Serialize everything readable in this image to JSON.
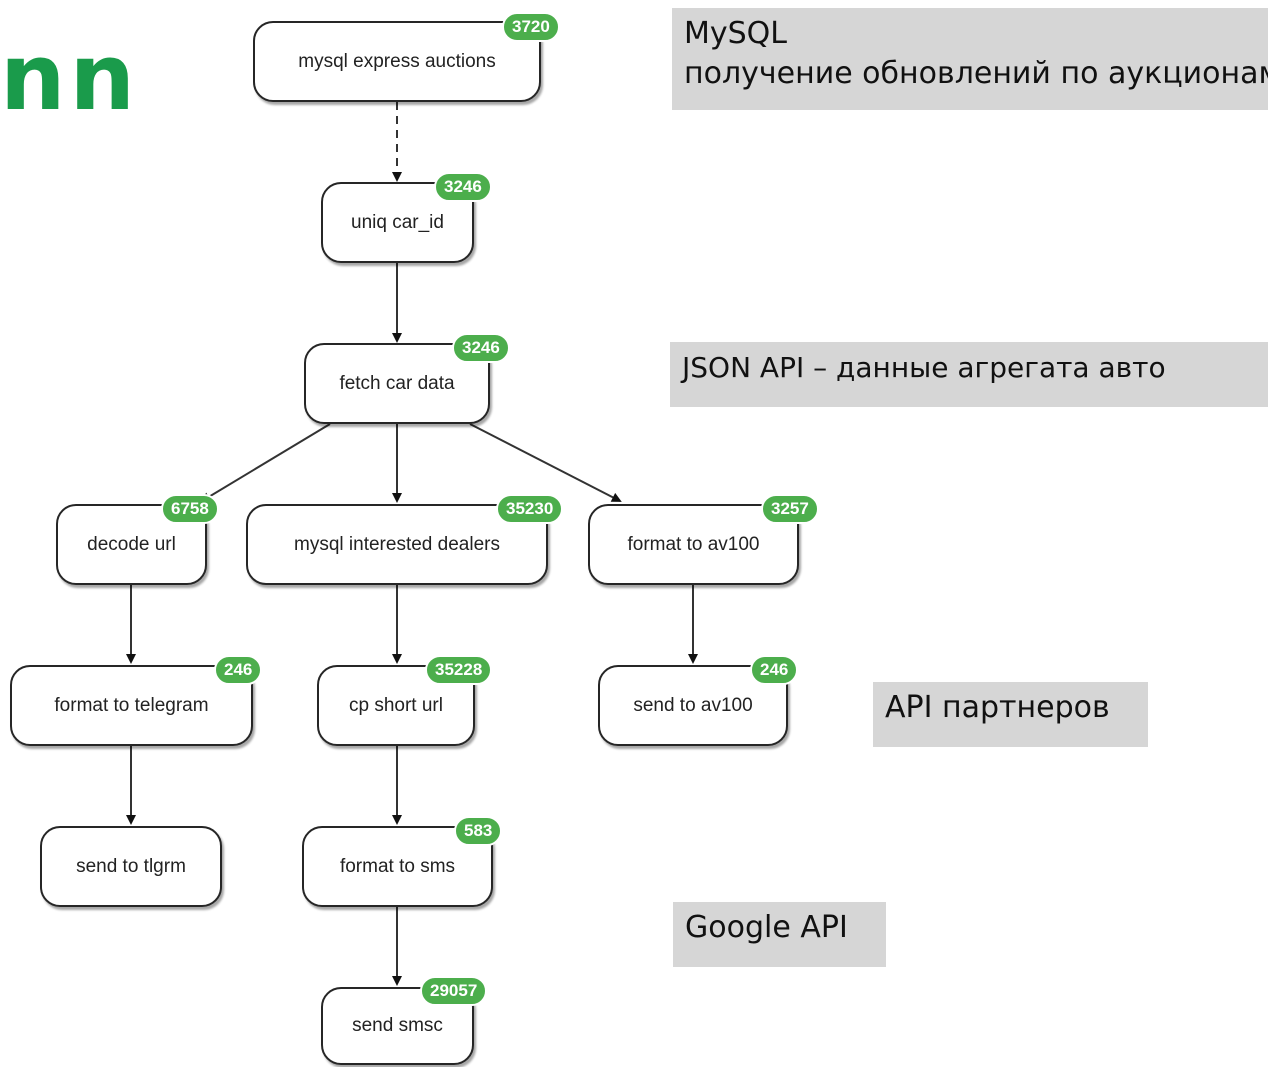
{
  "logo": {
    "text": "nn",
    "color": "#1a9b4b"
  },
  "nodes": {
    "mysql_express": {
      "label": "mysql express auctions",
      "count": "3720"
    },
    "uniq_car_id": {
      "label": "uniq car_id",
      "count": "3246"
    },
    "fetch_car_data": {
      "label": "fetch car data",
      "count": "3246"
    },
    "decode_url": {
      "label": "decode url",
      "count": "6758"
    },
    "mysql_dealers": {
      "label": "mysql interested dealers",
      "count": "35230"
    },
    "format_av100": {
      "label": "format to av100",
      "count": "3257"
    },
    "format_telegram": {
      "label": "format to telegram",
      "count": "246"
    },
    "cp_short_url": {
      "label": "cp short url",
      "count": "35228"
    },
    "send_av100": {
      "label": "send to av100",
      "count": "246"
    },
    "send_tlgrm": {
      "label": "send to tlgrm",
      "count": ""
    },
    "format_sms": {
      "label": "format to sms",
      "count": "583"
    },
    "send_smsc": {
      "label": "send smsc",
      "count": "29057"
    }
  },
  "edges": [
    {
      "from": "mysql express auctions",
      "to": "uniq car_id",
      "style": "dashed"
    },
    {
      "from": "uniq car_id",
      "to": "fetch car data",
      "style": "solid"
    },
    {
      "from": "fetch car data",
      "to": "decode url",
      "style": "solid"
    },
    {
      "from": "fetch car data",
      "to": "mysql interested dealers",
      "style": "solid"
    },
    {
      "from": "fetch car data",
      "to": "format to av100",
      "style": "solid"
    },
    {
      "from": "decode url",
      "to": "format to telegram",
      "style": "solid"
    },
    {
      "from": "format to telegram",
      "to": "send to tlgrm",
      "style": "solid"
    },
    {
      "from": "mysql interested dealers",
      "to": "cp short url",
      "style": "solid"
    },
    {
      "from": "cp short url",
      "to": "format to sms",
      "style": "solid"
    },
    {
      "from": "format to sms",
      "to": "send smsc",
      "style": "solid"
    },
    {
      "from": "format to av100",
      "to": "send to av100",
      "style": "solid"
    }
  ],
  "annotations": {
    "mysql": {
      "line1": "MySQL",
      "line2": "получение обновлений по аукционам"
    },
    "json_api": {
      "text": "JSON API – данные агрегата авто"
    },
    "partners_api": {
      "text": "API партнеров"
    },
    "google_api": {
      "text": "Google API"
    }
  },
  "colors": {
    "badge": "#4cae4c",
    "logo": "#1a9b4b",
    "annotation_bg": "#d6d6d6",
    "node_border": "#262626"
  }
}
